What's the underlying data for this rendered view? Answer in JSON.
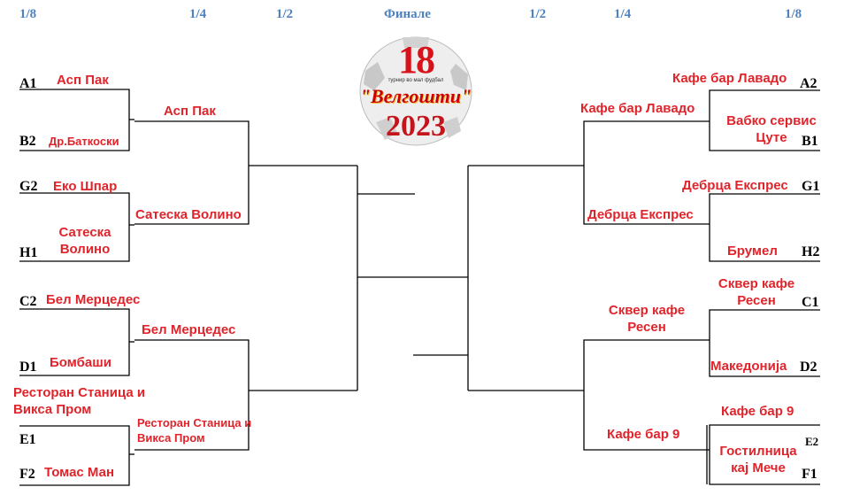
{
  "headers": {
    "r16_left": "1/8",
    "qf_left": "1/4",
    "sf_left": "1/2",
    "final": "Финале",
    "sf_right": "1/2",
    "qf_right": "1/4",
    "r16_right": "1/8"
  },
  "logo": {
    "number": "18",
    "subtitle": "турнир во мал фудбал",
    "name": "\"Велгошти\"",
    "year": "2023"
  },
  "seeds": {
    "a1": "A1",
    "b2": "B2",
    "g2": "G2",
    "h1": "H1",
    "c2": "C2",
    "d1": "D1",
    "e1": "E1",
    "f2": "F2",
    "a2": "A2",
    "b1": "B1",
    "g1": "G1",
    "h2": "H2",
    "c1": "C1",
    "d2": "D2",
    "e2": "E2",
    "f1": "F1"
  },
  "left": {
    "r16": {
      "a1": "Асп Пак",
      "b2": "Др.Баткоски",
      "g2": "Еко Шпар",
      "h1_line1": "Сатеска",
      "h1_line2": "Волино",
      "c2": "Бел Мерцедес",
      "d1": "Бомбаши",
      "e1_line1": "Ресторан Станица и",
      "e1_line2": "Викса Пром",
      "f2": "Томас Ман"
    },
    "qf": {
      "w1": "Асп Пак",
      "w2": "Сатеска Волино",
      "w3": "Бел Мерцедес",
      "w4_line1": "Ресторан Станица и",
      "w4_line2": "Викса Пром"
    }
  },
  "right": {
    "r16": {
      "a2": "Кафе бар Лавадо",
      "b1_line1": "Вабко сервис",
      "b1_line2": "Цуте",
      "g1": "Дебрца Експрес",
      "h2": "Брумел",
      "c1_line1": "Сквер кафе",
      "c1_line2": "Ресен",
      "d2": "Македонија",
      "e2": "Кафе бар 9",
      "f1_line1": "Гостилница",
      "f1_line2": "кај Мече"
    },
    "qf": {
      "w1": "Кафе бар Лавадо",
      "w2": "Дебрца Експрес",
      "w3_line1": "Сквер кафе",
      "w3_line2": "Ресен",
      "w4": "Кафе бар 9"
    }
  }
}
